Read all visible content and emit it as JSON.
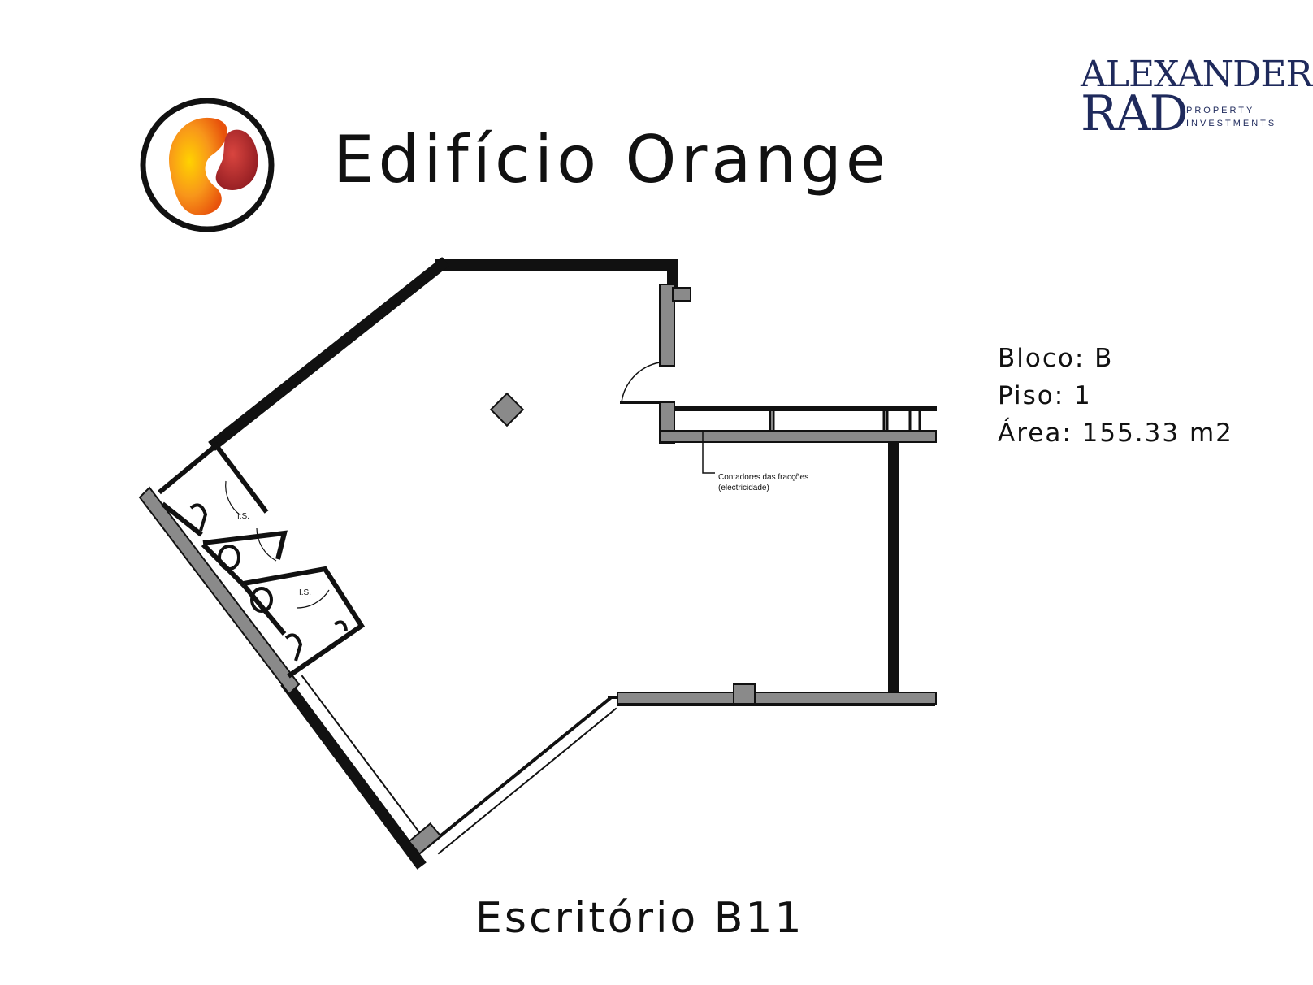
{
  "header": {
    "title": "Edifício Orange",
    "logo_icon": "orange-drop-logo-icon",
    "brand": {
      "line1": "ALEXANDER",
      "line2": "RAD",
      "sub1": "PROPERTY",
      "sub2": "INVESTMENTS"
    }
  },
  "info": {
    "bloco": "Bloco: B",
    "piso": "Piso: 1",
    "area": "Área: 155.33 m2"
  },
  "plan": {
    "wc_label_1": "I.S.",
    "wc_label_2": "I.S.",
    "note_line1": "Contadores das fracções",
    "note_line2": "(electricidade)"
  },
  "footer": {
    "caption": "Escritório B11"
  },
  "colors": {
    "wall": "#111111",
    "wall_grey": "#8a8a8a",
    "brand_navy": "#1f2a5c",
    "logo_orange": "#f58a12",
    "logo_red": "#b3202a"
  }
}
